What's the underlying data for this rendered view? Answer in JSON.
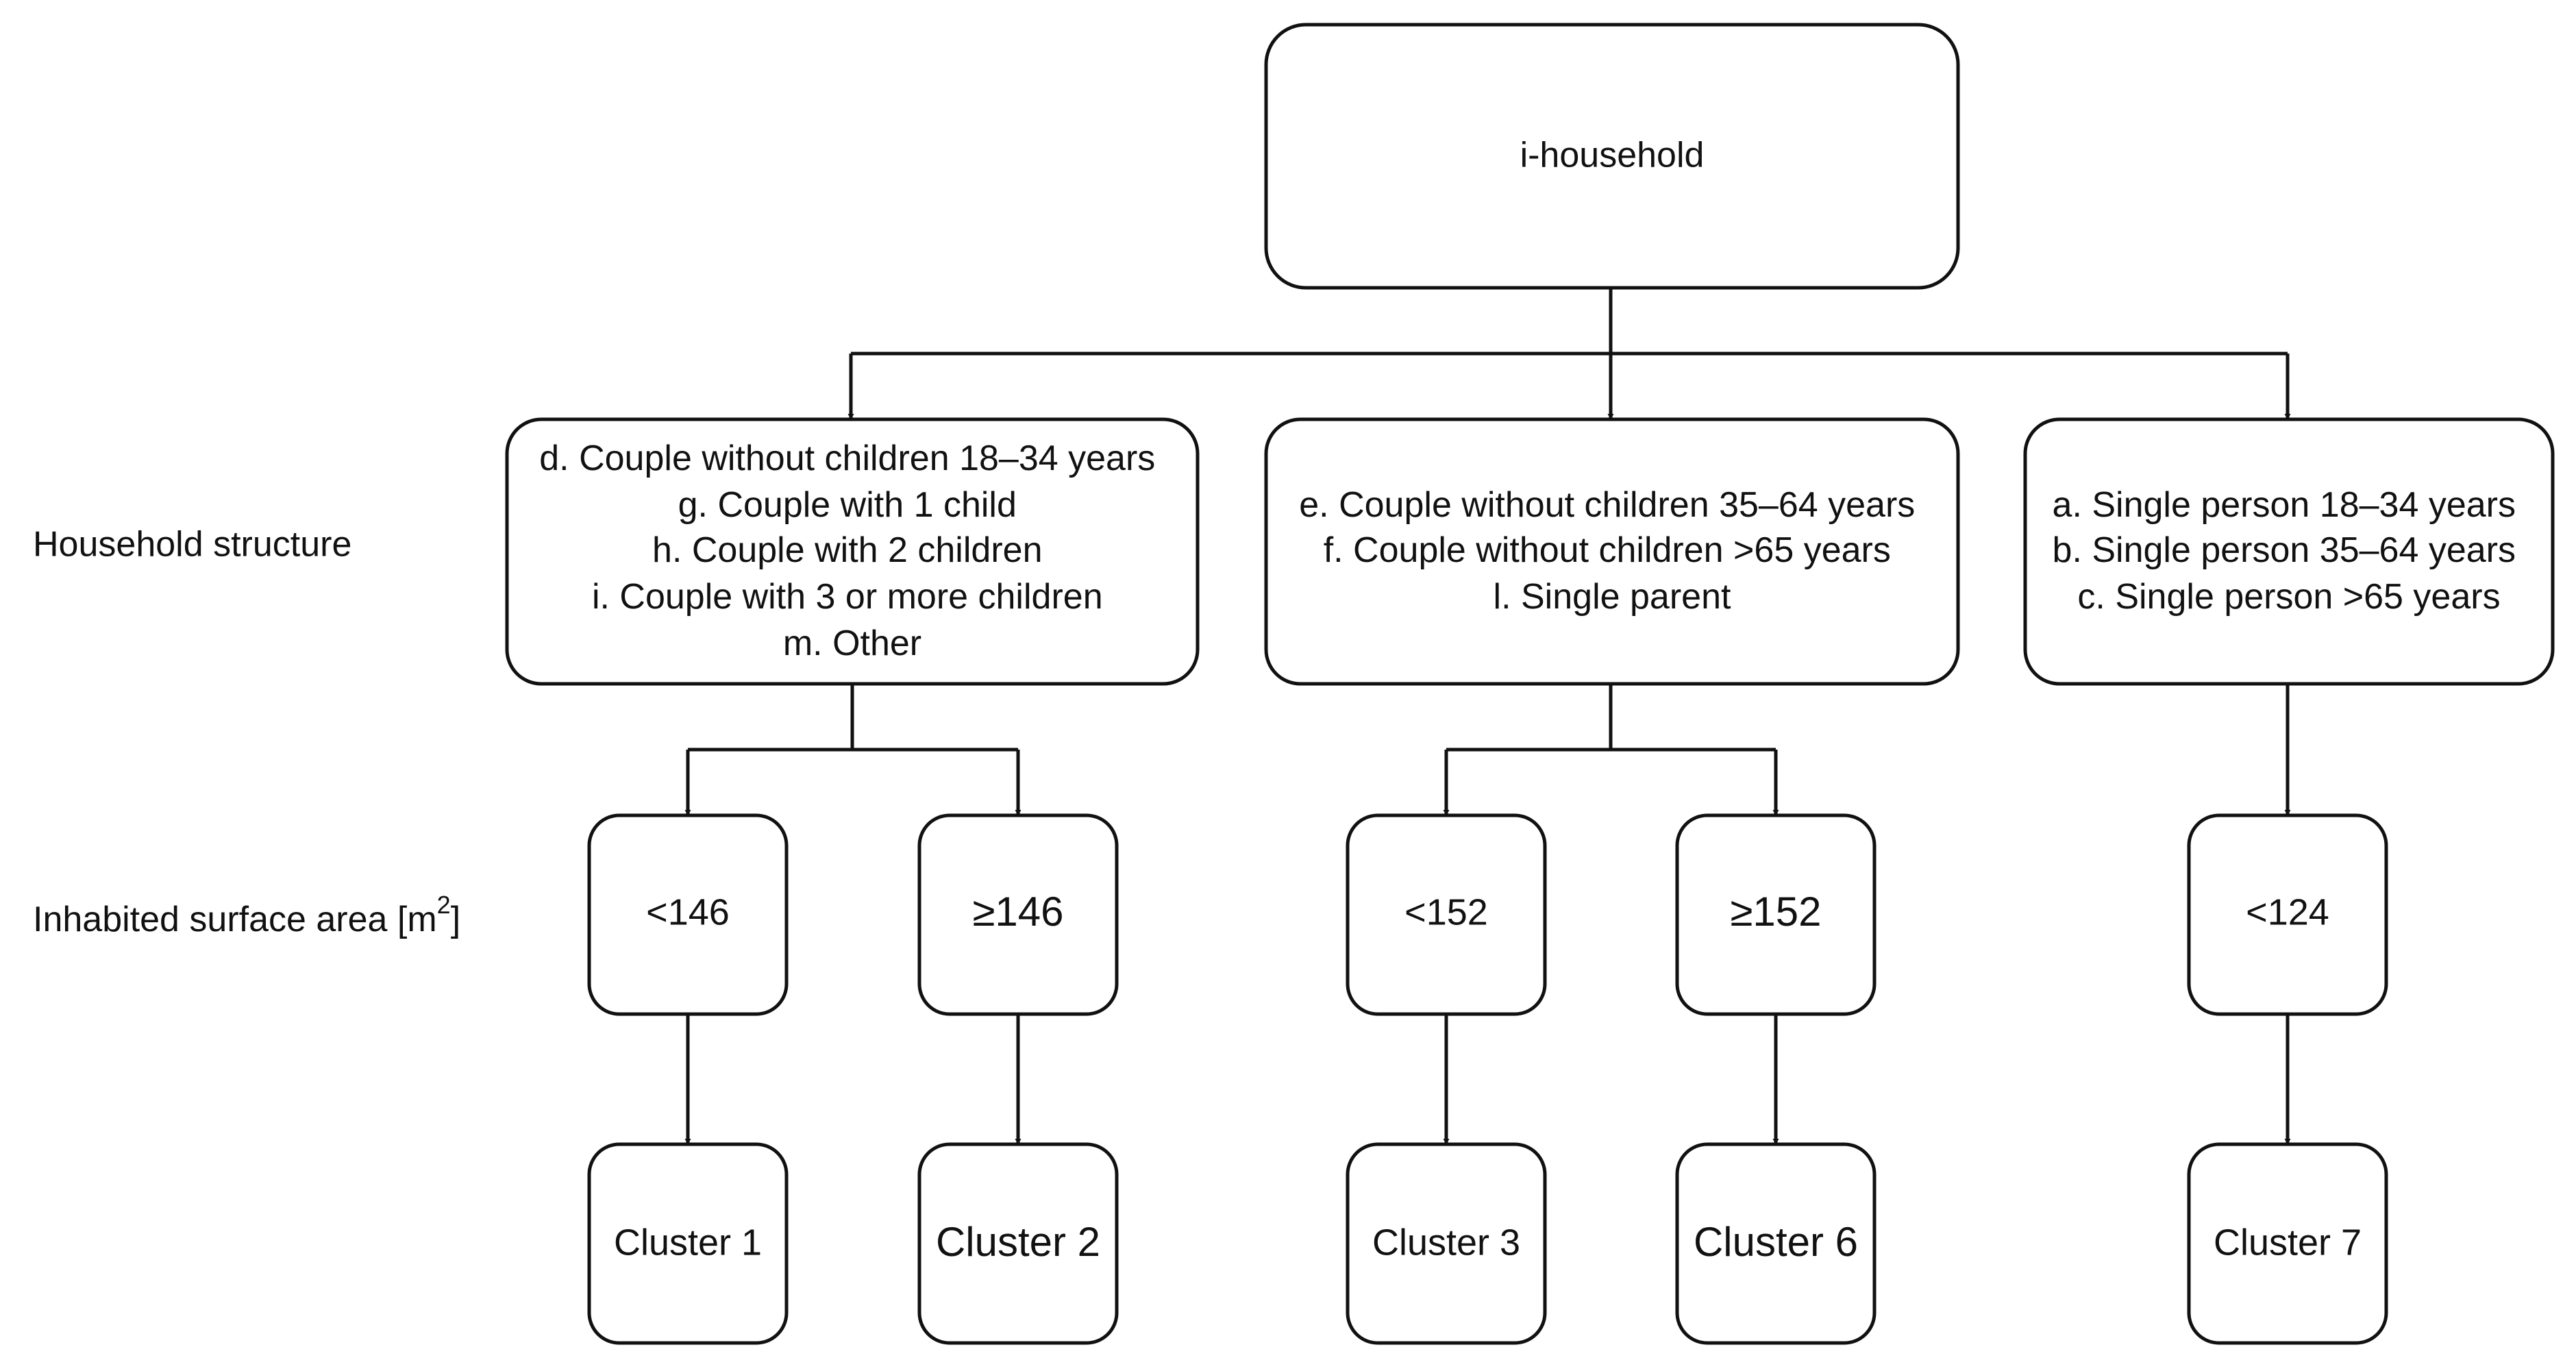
{
  "root": {
    "label": "i-household"
  },
  "row_labels": {
    "household_structure": "Household structure",
    "surface_area_base": "Inhabited surface area [m",
    "surface_area_sup": "2",
    "surface_area_close": "]"
  },
  "groups": [
    {
      "lines": [
        "d. Couple without children 18–34 years",
        "g. Couple with 1 child",
        "h. Couple with 2 children",
        "i. Couple with 3 or more children",
        "m. Other"
      ],
      "splits": [
        {
          "threshold": "<146",
          "cluster": "Cluster 1"
        },
        {
          "threshold": "≥146",
          "cluster": "Cluster 2"
        }
      ]
    },
    {
      "lines": [
        "e. Couple without children 35–64 years",
        "f. Couple without children >65 years",
        "l. Single parent"
      ],
      "splits": [
        {
          "threshold": "<152",
          "cluster": "Cluster 3"
        },
        {
          "threshold": "≥152",
          "cluster": "Cluster 6"
        }
      ]
    },
    {
      "lines": [
        "a. Single person 18–34 years",
        "b. Single person 35–64 years",
        "c. Single person >65 years"
      ],
      "splits": [
        {
          "threshold": "<124",
          "cluster": "Cluster 7"
        }
      ]
    }
  ]
}
